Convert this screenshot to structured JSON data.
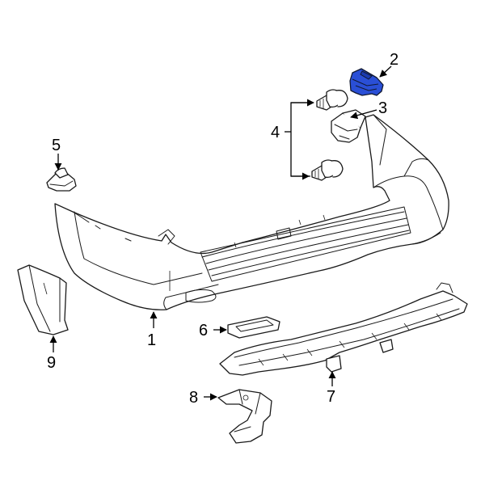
{
  "diagram": {
    "type": "exploded-parts-diagram",
    "highlight_color": "#2a4fd6",
    "line_color": "#1a1a1a",
    "background": "#ffffff",
    "callouts": [
      {
        "id": "1",
        "label": "1"
      },
      {
        "id": "2",
        "label": "2",
        "highlighted": true
      },
      {
        "id": "3",
        "label": "3"
      },
      {
        "id": "4",
        "label": "4"
      },
      {
        "id": "5",
        "label": "5"
      },
      {
        "id": "6",
        "label": "6"
      },
      {
        "id": "7",
        "label": "7"
      },
      {
        "id": "8",
        "label": "8"
      },
      {
        "id": "9",
        "label": "9"
      }
    ]
  }
}
